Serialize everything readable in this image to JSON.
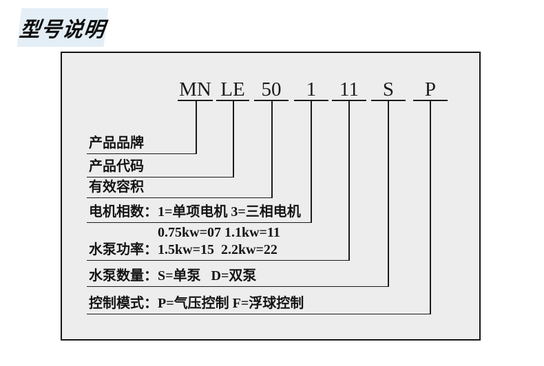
{
  "header": {
    "title": "型号说明"
  },
  "diagram": {
    "code_segments": [
      "MN",
      "LE",
      "50",
      "1",
      "11",
      "S",
      "P"
    ],
    "rows": [
      {
        "label": "产品品牌"
      },
      {
        "label": "产品代码"
      },
      {
        "label": "有效容积"
      },
      {
        "label": "电机相数：",
        "options": "1=单项电机 3=三相电机"
      },
      {
        "label": "水泵功率：",
        "options_line1": "0.75kw=07 1.1kw=11",
        "options_line2": "1.5kw=15  2.2kw=22"
      },
      {
        "label": "水泵数量：",
        "options": "S=单泵   D=双泵"
      },
      {
        "label": "控制模式：",
        "options": "P=气压控制 F=浮球控制"
      }
    ]
  }
}
